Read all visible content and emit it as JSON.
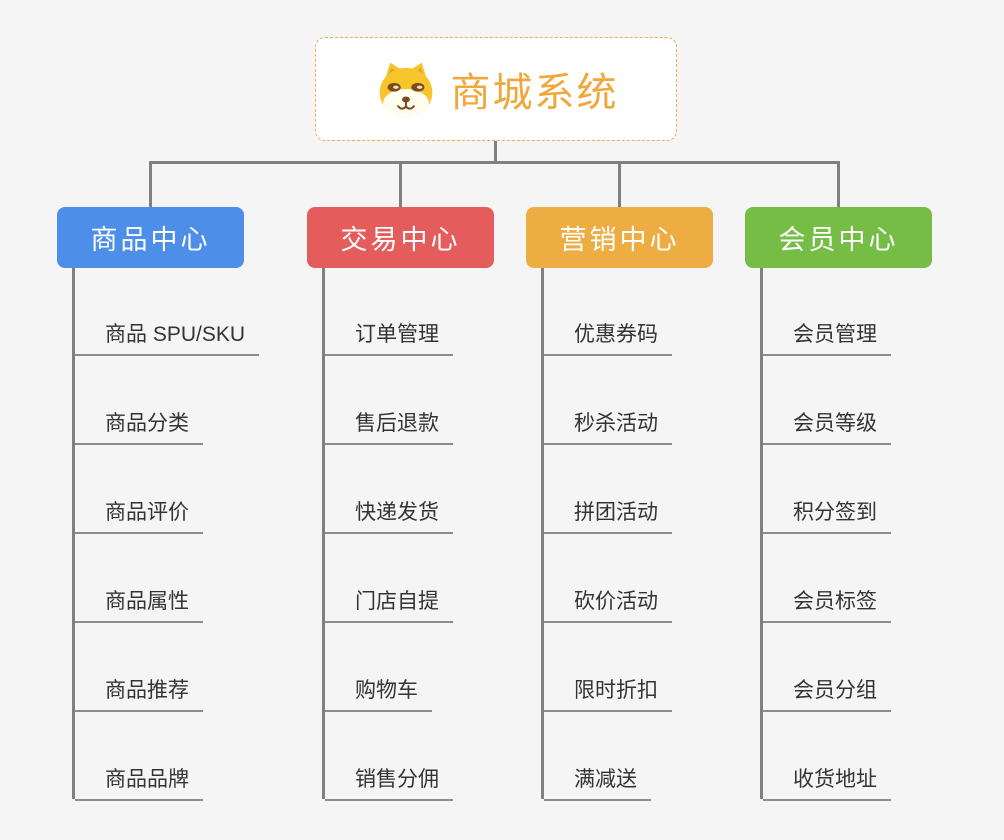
{
  "page": {
    "background": "#F5F5F5",
    "connector_color": "#808080",
    "leaf_underline_color": "#8C8C8C",
    "leaf_text_color": "#333333"
  },
  "root": {
    "title": "商城系统",
    "icon": "dog-face",
    "title_color": "#F0A83C",
    "border_color": "#F2A94E",
    "background": "#FFFFFF"
  },
  "branches": [
    {
      "label": "商品中心",
      "color": "#4C8EE8",
      "children": [
        "商品 SPU/SKU",
        "商品分类",
        "商品评价",
        "商品属性",
        "商品推荐",
        "商品品牌"
      ]
    },
    {
      "label": "交易中心",
      "color": "#E45C5C",
      "children": [
        "订单管理",
        "售后退款",
        "快递发货",
        "门店自提",
        "购物车",
        "销售分佣"
      ]
    },
    {
      "label": "营销中心",
      "color": "#EDAD42",
      "children": [
        "优惠券码",
        "秒杀活动",
        "拼团活动",
        "砍价活动",
        "限时折扣",
        "满减送"
      ]
    },
    {
      "label": "会员中心",
      "color": "#76BD46",
      "children": [
        "会员管理",
        "会员等级",
        "积分签到",
        "会员标签",
        "会员分组",
        "收货地址"
      ]
    }
  ]
}
